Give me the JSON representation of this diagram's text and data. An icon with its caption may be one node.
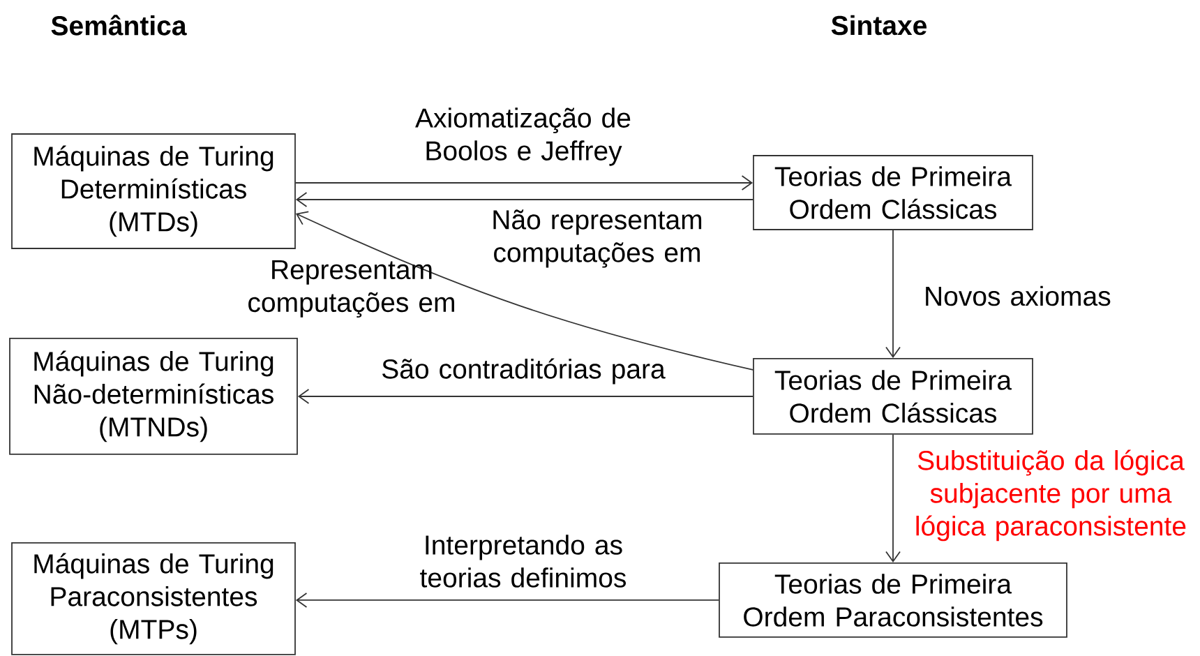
{
  "diagram": {
    "nodes": [
      {
        "text": [
          "Máquinas de Turing Determinísticas (MTDs)"
        ]
      },
      {
        "text": [
          "Teorias de Primeira Ordem Clássicas"
        ]
      },
      {
        "text": [
          "Máquinas de Turing Não-determinísticas (MTNDs)"
        ]
      },
      {
        "text": [
          "Teorias de Primeira Ordem Clássicas"
        ]
      },
      {
        "text": [
          "Máquinas de Turing Paraconsistentes (MTPs)"
        ]
      },
      {
        "text": [
          "Teorias de Primeira Ordem Paraconsistentes"
        ]
      }
    ],
    "edges": [
      {
        "from": 0,
        "to": 1,
        "arrow": "to",
        "label": "Axiomatização de Boolos e Jeffrey"
      },
      {
        "from": 1,
        "to": 0,
        "arrow": "to",
        "label": "Não representam computações em"
      },
      {
        "from": 3,
        "to": 0,
        "arrow": "to",
        "label": "Representam computações em"
      },
      {
        "from": 1,
        "to": 3,
        "arrow": "to",
        "label": "Novos axiomas"
      },
      {
        "from": 3,
        "to": 2,
        "arrow": "to",
        "label": "São contraditórias para"
      },
      {
        "from": 3,
        "to": 5,
        "arrow": "to",
        "label": "Substituição da lógica subjacente por uma lógica paraconsistente"
      },
      {
        "from": 5,
        "to": 4,
        "arrow": "to",
        "label": "Interpretando as teorias definimos"
      }
    ],
    "labels": [
      "Semântica",
      "Sintaxe"
    ]
  }
}
